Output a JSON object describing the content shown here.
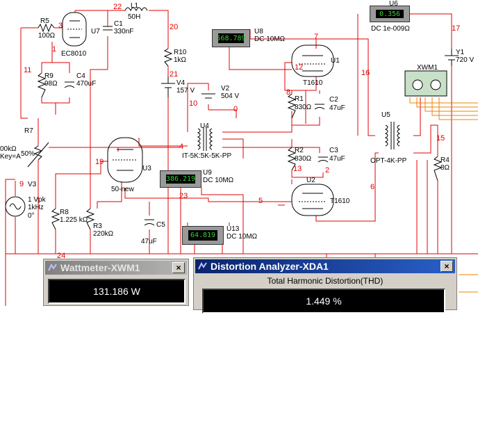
{
  "net_labels": [
    "22",
    "20",
    "21",
    "11",
    "1",
    "19",
    "9",
    "24",
    "23",
    "5",
    "4",
    "10",
    "0",
    "8",
    "12",
    "7",
    "16",
    "17",
    "2",
    "13",
    "3",
    "6",
    "15"
  ],
  "components": {
    "R5": {
      "name": "R5",
      "value": "100Ω"
    },
    "U7": {
      "name": "U7",
      "value": "EC8010"
    },
    "C1": {
      "name": "C1",
      "value": "330nF"
    },
    "L1": {
      "name": "L1",
      "value": "50H"
    },
    "R10": {
      "name": "R10",
      "value": "1kΩ"
    },
    "V4": {
      "name": "V4",
      "value": "157 V"
    },
    "R9": {
      "name": "R9",
      "value": "98Ω"
    },
    "C4": {
      "name": "C4",
      "value": "470uF"
    },
    "R7": {
      "name": "R7",
      "value": "50%",
      "extra1": "00kΩ",
      "extra2": "Key=A"
    },
    "V3": {
      "name": "V3",
      "line1": "1 Vpk",
      "line2": "1kHz",
      "line3": "0°"
    },
    "R8": {
      "name": "R8",
      "value": "1.225 kΩ"
    },
    "U3": {
      "name": "U3",
      "value": "50-new"
    },
    "R3": {
      "name": "R3",
      "value": "220kΩ"
    },
    "C5": {
      "name": "C5",
      "value": "47uF"
    },
    "U4": {
      "name": "U4",
      "value": "IT-5K:5K-5K-PP"
    },
    "V2": {
      "name": "V2",
      "value": "504 V"
    },
    "R1": {
      "name": "R1",
      "value": "830Ω"
    },
    "C2": {
      "name": "C2",
      "value": "47uF"
    },
    "R2": {
      "name": "R2",
      "value": "830Ω"
    },
    "C3": {
      "name": "C3",
      "value": "47uF"
    },
    "U1": {
      "name": "U1",
      "value": "T1610"
    },
    "U2": {
      "name": "U2",
      "value": "T1610"
    },
    "U5": {
      "name": "U5",
      "value": "OPT-4K-PP"
    },
    "R4": {
      "name": "R4",
      "value": "8Ω"
    },
    "Y1": {
      "name": "Y1",
      "value": "720 V"
    },
    "XWM1": {
      "name": "XWM1"
    }
  },
  "meters": {
    "U8": {
      "name": "U8",
      "reading": "568.789",
      "mode": "DC  10MΩ"
    },
    "U6": {
      "name": "U6",
      "reading": "0.356",
      "mode": "DC  1e-009Ω"
    },
    "U9": {
      "name": "U9",
      "reading": "386.219",
      "mode": "DC  10MΩ"
    },
    "U13": {
      "name": "U13",
      "reading": "64.819",
      "mode": "DC  10MΩ"
    }
  },
  "wattmeter": {
    "title": "Wattmeter-XWM1",
    "value": "131.186 W",
    "close": "×"
  },
  "distortion": {
    "title": "Distortion Analyzer-XDA1",
    "heading": "Total Harmonic Distortion(THD)",
    "value": "1.449 %",
    "close": "×"
  },
  "colors": {
    "wire": "#e00000",
    "lcd_text": "#36d236",
    "title_active": "#0a246a",
    "title_inactive": "#808080"
  }
}
